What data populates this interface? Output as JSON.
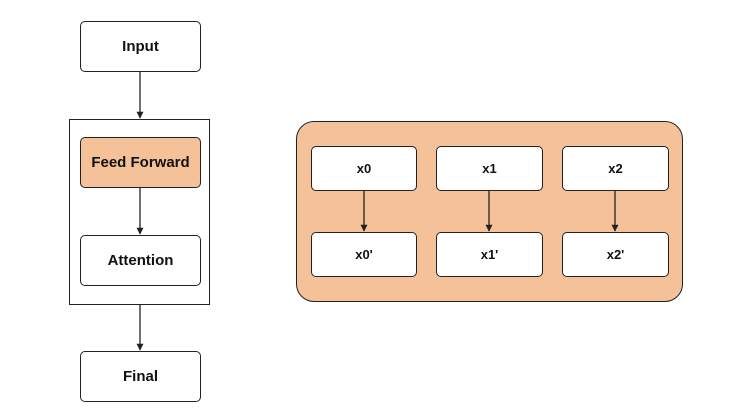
{
  "colors": {
    "accent_fill": "#f5c198",
    "stroke": "#222222",
    "box_fill": "#ffffff"
  },
  "flow": {
    "input": "Input",
    "feed_forward": "Feed Forward",
    "attention": "Attention",
    "final": "Final"
  },
  "tokens": {
    "inputs": [
      "x0",
      "x1",
      "x2"
    ],
    "outputs": [
      "x0'",
      "x1'",
      "x2'"
    ]
  }
}
